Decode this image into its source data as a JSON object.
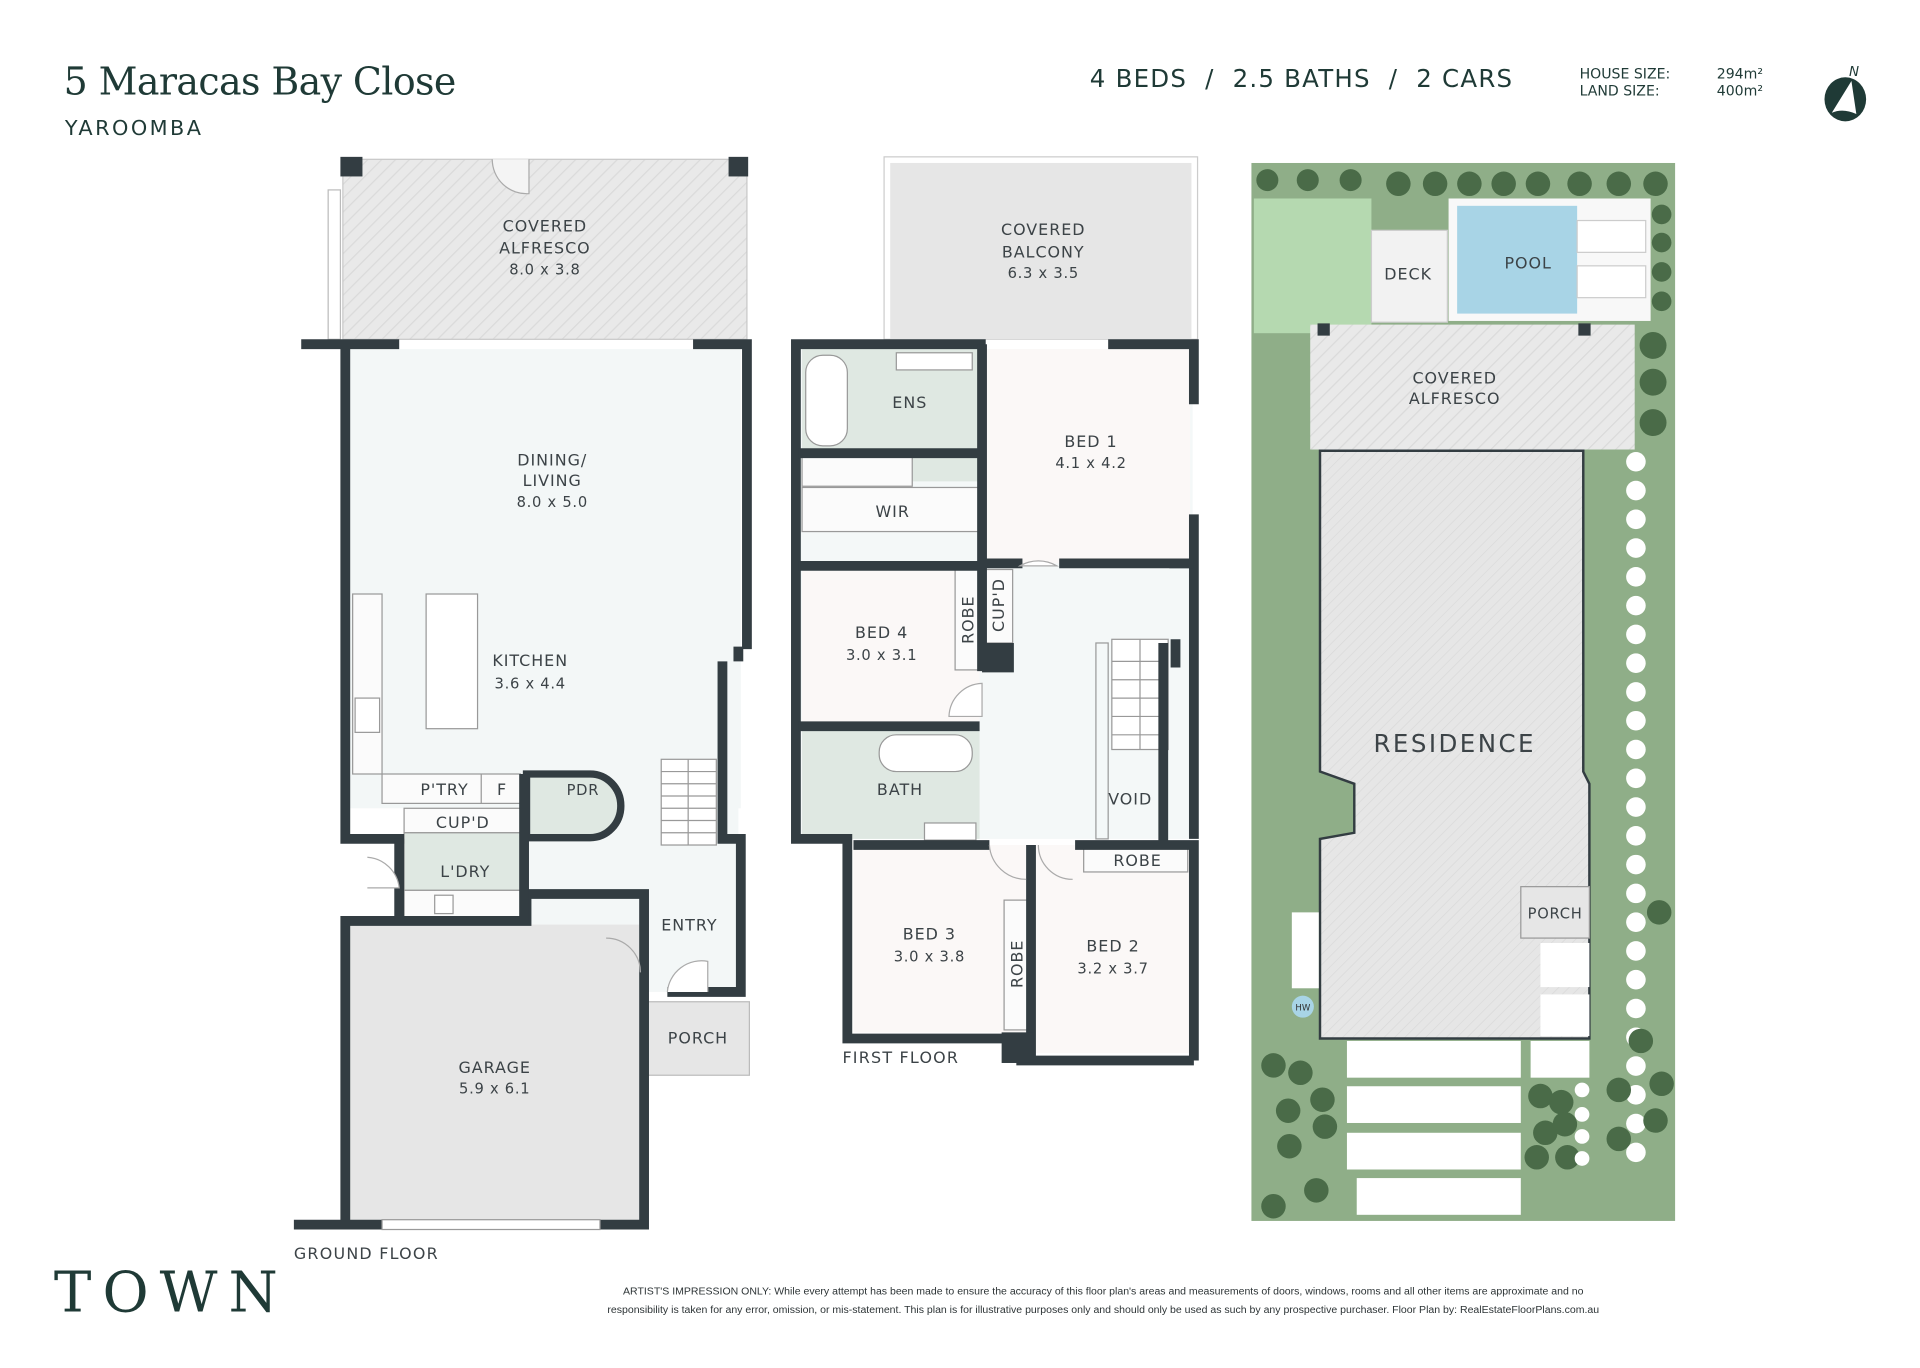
{
  "header": {
    "address": "5 Maracas Bay Close",
    "suburb": "YAROOMBA",
    "stats": "4 BEDS  /  2.5 BATHS  /  2 CARS",
    "house_size_label": "HOUSE SIZE:",
    "house_size_value": "294m²",
    "land_size_label": "LAND SIZE:",
    "land_size_value": "400m²",
    "north_label": "N"
  },
  "ground_floor": {
    "label": "GROUND FLOOR",
    "alfresco": {
      "name1": "COVERED",
      "name2": "ALFRESCO",
      "dim": "8.0 x 3.8"
    },
    "dining": {
      "name1": "DINING/",
      "name2": "LIVING",
      "dim": "8.0 x 5.0"
    },
    "kitchen": {
      "name": "KITCHEN",
      "dim": "3.6 x 4.4"
    },
    "pantry": "P'TRY",
    "fridge": "F",
    "pdr": "PDR",
    "cupd": "CUP'D",
    "laundry": "L'DRY",
    "entry": "ENTRY",
    "porch": "PORCH",
    "garage": {
      "name": "GARAGE",
      "dim": "5.9 x 6.1"
    }
  },
  "first_floor": {
    "label": "FIRST FLOOR",
    "balcony": {
      "name1": "COVERED",
      "name2": "BALCONY",
      "dim": "6.3 x 3.5"
    },
    "ens": "ENS",
    "wir": "WIR",
    "bed1": {
      "name": "BED 1",
      "dim": "4.1 x 4.2"
    },
    "bed4": {
      "name": "BED 4",
      "dim": "3.0 x 3.1"
    },
    "robe4": "ROBE",
    "cupd": "CUP'D",
    "bath": "BATH",
    "void": "VOID",
    "bed3": {
      "name": "BED 3",
      "dim": "3.0 x 3.8"
    },
    "robe3": "ROBE",
    "bed2": {
      "name": "BED 2",
      "dim": "3.2 x 3.7"
    },
    "robe2": "ROBE"
  },
  "site_plan": {
    "deck": "DECK",
    "pool": "POOL",
    "alfresco1": "COVERED",
    "alfresco2": "ALFRESCO",
    "residence": "RESIDENCE",
    "porch": "PORCH",
    "hw": "HW"
  },
  "footer": {
    "logo": "TOWN",
    "disclaimer_line1": "ARTIST'S IMPRESSION ONLY: While every attempt has been made to ensure the accuracy of this floor plan's areas and measurements of doors, windows, rooms and all other items are approximate and no",
    "disclaimer_line2": "responsibility is taken for any error, omission, or mis-statement. This plan is for illustrative purposes only and should only be used as such by any prospective purchaser. Floor Plan by: RealEstateFloorPlans.com.au"
  },
  "colors": {
    "brand": "#1f3a36",
    "wall": "#333d42",
    "wet_area": "#dfe8e2",
    "living": "#f3f7f7",
    "bedroom": "#fbf8f7",
    "outdoor": "#e6e6e6",
    "pool": "#a8d4e6",
    "grass": "#8fae88"
  }
}
